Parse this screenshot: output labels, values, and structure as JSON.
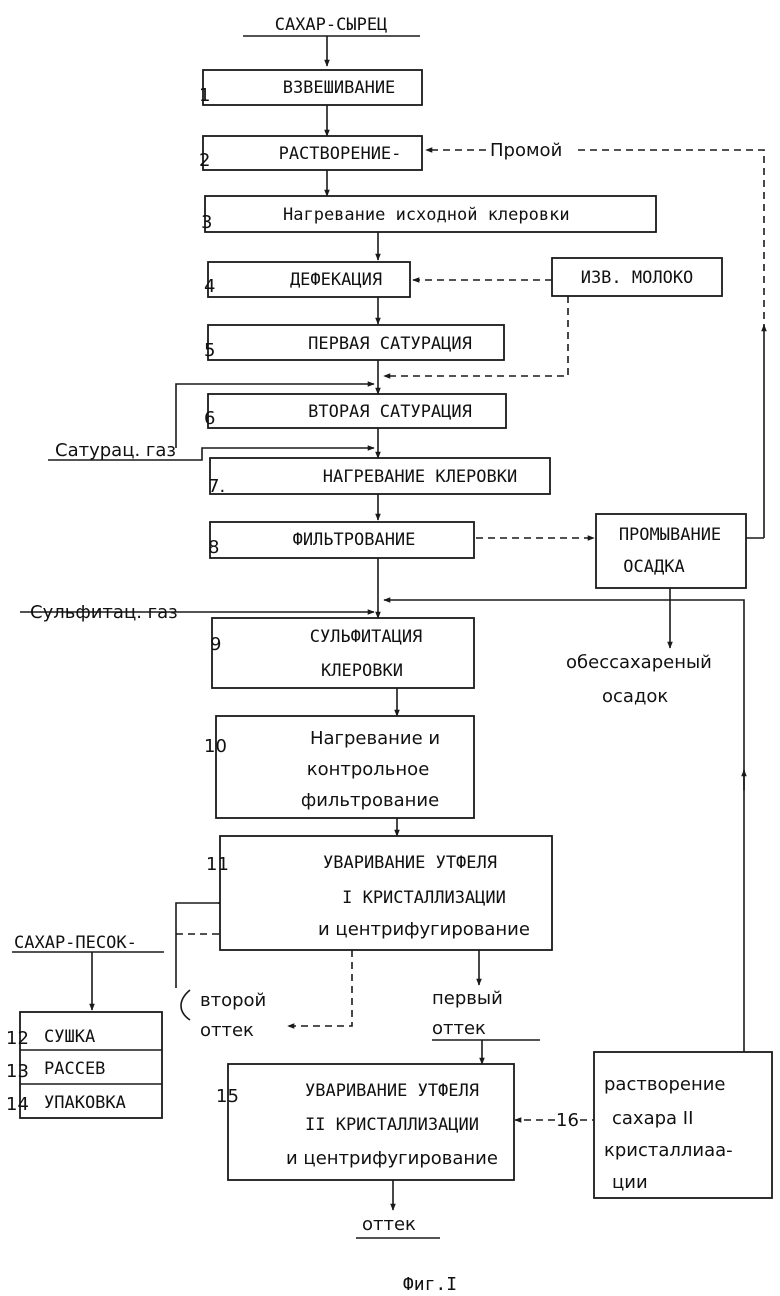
{
  "input_label": "САХАР-СЫРЕЦ",
  "steps": [
    {
      "num": "1",
      "lines": [
        "ВЗВЕШИВАНИЕ"
      ]
    },
    {
      "num": "2",
      "lines": [
        "РАСТВОРЕНИЕ-"
      ]
    },
    {
      "num": "3",
      "lines": [
        "Нагревание исходной клеровки"
      ]
    },
    {
      "num": "4",
      "lines": [
        "ДЕФЕКАЦИЯ"
      ]
    },
    {
      "num": "5",
      "lines": [
        "ПЕРВАЯ САТУРАЦИЯ"
      ]
    },
    {
      "num": "6",
      "lines": [
        "ВТОРАЯ САТУРАЦИЯ"
      ]
    },
    {
      "num": "7.",
      "lines": [
        "НАГРЕВАНИЕ КЛЕРОВКИ"
      ]
    },
    {
      "num": "8",
      "lines": [
        "ФИЛЬТРОВАНИЕ"
      ]
    },
    {
      "num": "9",
      "lines": [
        "СУЛЬФИТАЦИЯ",
        "КЛЕРОВКИ"
      ]
    },
    {
      "num": "10",
      "lines": [
        "Нагревание и",
        "контрольное",
        "фильтрование"
      ]
    },
    {
      "num": "11",
      "lines": [
        "УВАРИВАНИЕ УТФЕЛЯ",
        "I КРИСТАЛЛИЗАЦИИ",
        "и центрифугирование"
      ]
    },
    {
      "num": "15",
      "lines": [
        "УВАРИВАНИЕ УТФЕЛЯ",
        "II КРИСТАЛЛИЗАЦИИ",
        "и центрифугирование"
      ]
    }
  ],
  "side_boxes": {
    "lime_milk": "ИЗВ. МОЛОКО",
    "washing": [
      "ПРОМЫВАНИЕ",
      "ОСАДКА"
    ],
    "dissolution": [
      "растворение",
      "сахара II",
      "кристаллиаа-",
      "ции"
    ]
  },
  "finishing": [
    {
      "num": "12",
      "label": "СУШКА"
    },
    {
      "num": "13",
      "label": "РАССЕВ"
    },
    {
      "num": "14",
      "label": "УПАКОВКА"
    }
  ],
  "labels": {
    "wash_water": "Промой",
    "saturation_gas": "Сатурац. газ",
    "sulfitation_gas": "Сульфитац. газ",
    "desugared": [
      "обессахареный",
      "осадок"
    ],
    "sugar_sand": "САХАР-ПЕСОК-",
    "second_runoff": [
      "второй",
      "оттек"
    ],
    "first_runoff": [
      "первый",
      "оттек"
    ],
    "line_16": "16",
    "runoff": "оттек"
  },
  "caption": "Фиг.I"
}
